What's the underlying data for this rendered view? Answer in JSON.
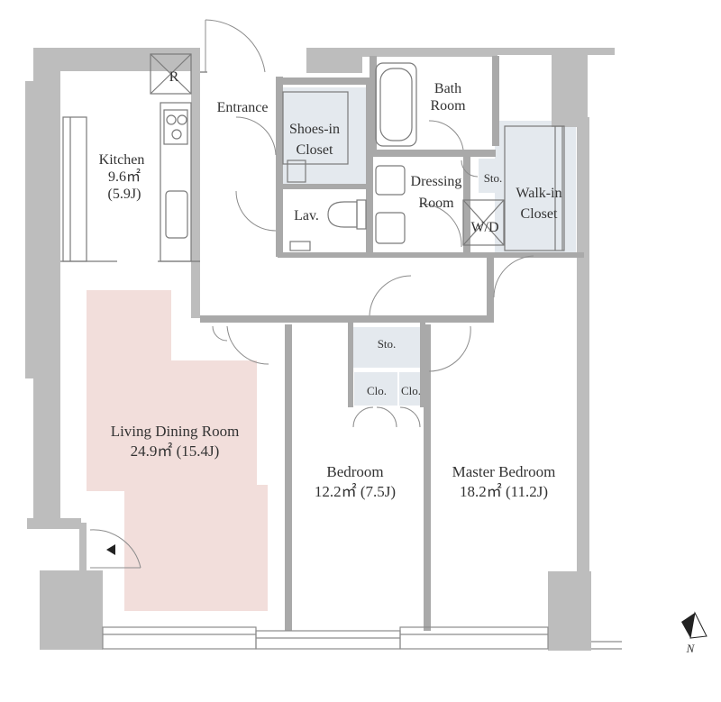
{
  "colors": {
    "wall": "#bdbdbd",
    "wall_dark": "#a9a9a9",
    "closet_fill": "#e4e9ee",
    "living_highlight": "#f2dedb",
    "line": "#7a7a7a",
    "text": "#333333"
  },
  "rooms": {
    "fridge": "R",
    "entrance": "Entrance",
    "shoes_closet": [
      "Shoes-in",
      "Closet"
    ],
    "bath": [
      "Bath",
      "Room"
    ],
    "kitchen": [
      "Kitchen",
      "9.6㎡",
      "(5.9J)"
    ],
    "dressing": [
      "Dressing",
      "Room"
    ],
    "storage_small": "Sto.",
    "walkin_closet": [
      "Walk-in",
      "Closet"
    ],
    "lavatory": "Lav.",
    "washer_dryer": "W/D",
    "storage_hall": "Sto.",
    "closet_1": "Clo.",
    "closet_2": "Clo.",
    "living_dining": [
      "Living Dining Room",
      "24.9㎡  (15.4J)"
    ],
    "bedroom": [
      "Bedroom",
      "12.2㎡  (7.5J)"
    ],
    "master_bedroom": [
      "Master Bedroom",
      "18.2㎡  (11.2J)"
    ]
  },
  "compass": {
    "label": "N"
  }
}
